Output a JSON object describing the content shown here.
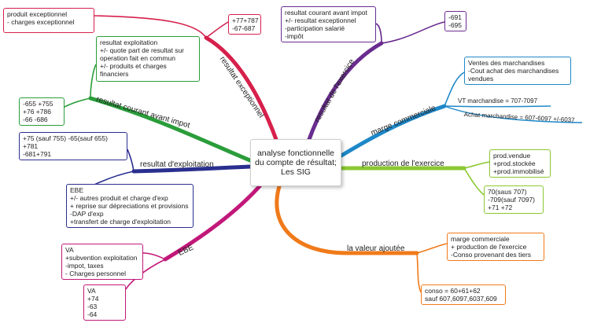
{
  "center": {
    "title": "analyse fonctionnelle\ndu compte de résultat;\nLes SIG"
  },
  "branches": {
    "resultat_exceptionnel": "resultat exceptionnel",
    "resultat_exercice": "resultat de l'exercice",
    "resultat_courant": "resultat courant avant impot",
    "resultat_exploitation": "resultat d'exploitation",
    "ebe": "EBE",
    "marge_commerciale": "marge commerciale",
    "production_exercice": "production de l'exercice",
    "valeur_ajoutee": "la valeur ajoutée"
  },
  "boxes": {
    "exc_def": "produit exceptionnel\n- charges exceptionnel",
    "exc_acc": "+77+787\n-67-687",
    "exer_def": "resultat courant avant impot\n+/- resultat exceptionnel\n-participation salarié\n-impôt",
    "exer_acc": "-691\n-695",
    "cour_def": "resultat exploitation\n+/- quote part de resultat sur\noperation fait en commun\n+/- produits et charges\nfinanciers",
    "cour_acc": "-655 +755\n+76 +786\n-66 -686",
    "expl_acc": "+75 (sauf 755) -65(sauf 655)\n+781\n-681+791",
    "expl_def": "EBE\n+/- autres produit et charge d'exp\n+ reprise sur dépreciations et provisions\n-DAP d'exp\n+transfert de charge d'exploitation",
    "ebe_def": "VA\n+subvention exploitation\n-impot, taxes\n- Charges personnel",
    "ebe_acc": "VA\n+74\n-63\n-64",
    "mc_def": "Ventes des marchandises\n-Cout achat des marchandises\nvendues",
    "prod_def": "prod.vendue\n+prod.stockée\n+prod.immobilisé",
    "prod_acc": "70(saus 707)\n-709(sauf 7097)\n+71 +72",
    "va_def": "marge commerciale\n+ production de l'exercice\n-Conso provenant des tiers",
    "va_acc": "conso = 60+61+62\nsauf 607,6097,6037,609"
  },
  "sub_labels": {
    "vt": "VT marchandise = 707-7097",
    "achat": "Achat marchandise = 607-6097 +/-6037"
  },
  "colors": {
    "red": "#d6204b",
    "purple": "#6a2c8f",
    "green": "#2a9d3a",
    "navy": "#2a2f8f",
    "magenta": "#c2187a",
    "blue": "#1e88c8",
    "lime": "#8bc832",
    "orange": "#f07a1a"
  }
}
